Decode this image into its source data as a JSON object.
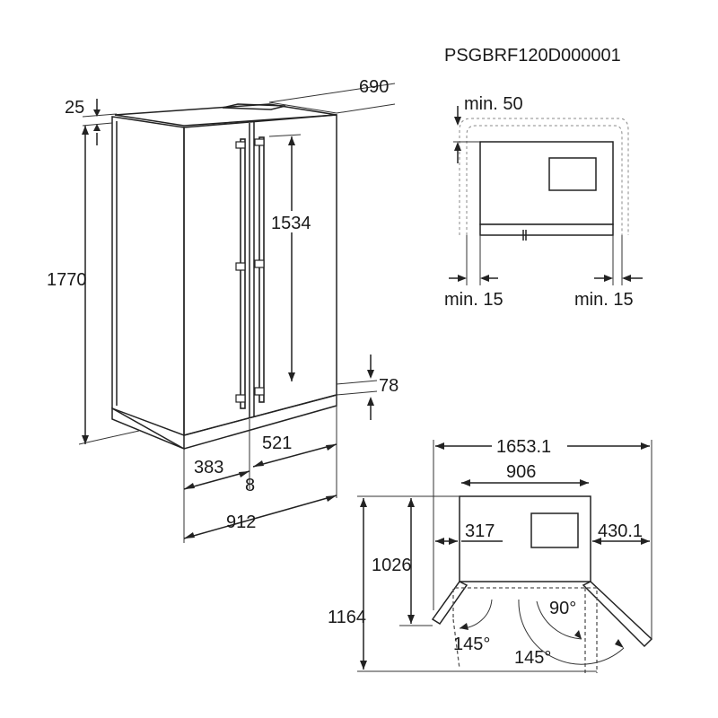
{
  "model_code": "PSGBRF120D000001",
  "fridge_view": {
    "depth": "690",
    "top_clearance": "25",
    "height": "1770",
    "door_height": "1534",
    "base_height": "78",
    "width_right_door": "521",
    "width_left_door": "383",
    "door_gap": "8",
    "total_width": "912"
  },
  "clearance_view": {
    "top": "min. 50",
    "left": "min. 15",
    "right": "min. 15"
  },
  "door_opening_view": {
    "total_width_open": "1653.1",
    "body_width": "906",
    "left_swing": "317",
    "right_swing": "430.1",
    "depth_closed": "1026",
    "depth_open": "1164",
    "angle_left": "145°",
    "angle_right_open": "145°",
    "angle_right": "90°"
  }
}
